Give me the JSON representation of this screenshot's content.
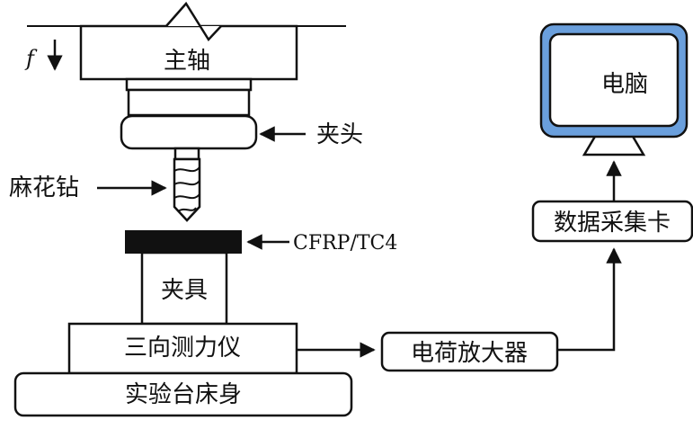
{
  "spindle": {
    "label": "主轴",
    "feed_symbol": "f"
  },
  "chuck": {
    "label": "夹头"
  },
  "drill": {
    "label": "麻花钻"
  },
  "workpiece": {
    "label": "CFRP/TC4"
  },
  "fixture": {
    "label": "夹具"
  },
  "dynamometer": {
    "label": "三向测力仪"
  },
  "bed": {
    "label": "实验台床身"
  },
  "amplifier": {
    "label": "电荷放大器"
  },
  "daq": {
    "label": "数据采集卡"
  },
  "computer": {
    "label": "电脑"
  },
  "colors": {
    "line": "#111111",
    "workpiece": "#111111",
    "monitor_frame": "#6a9fdc",
    "monitor_bg": "#ffffff"
  }
}
